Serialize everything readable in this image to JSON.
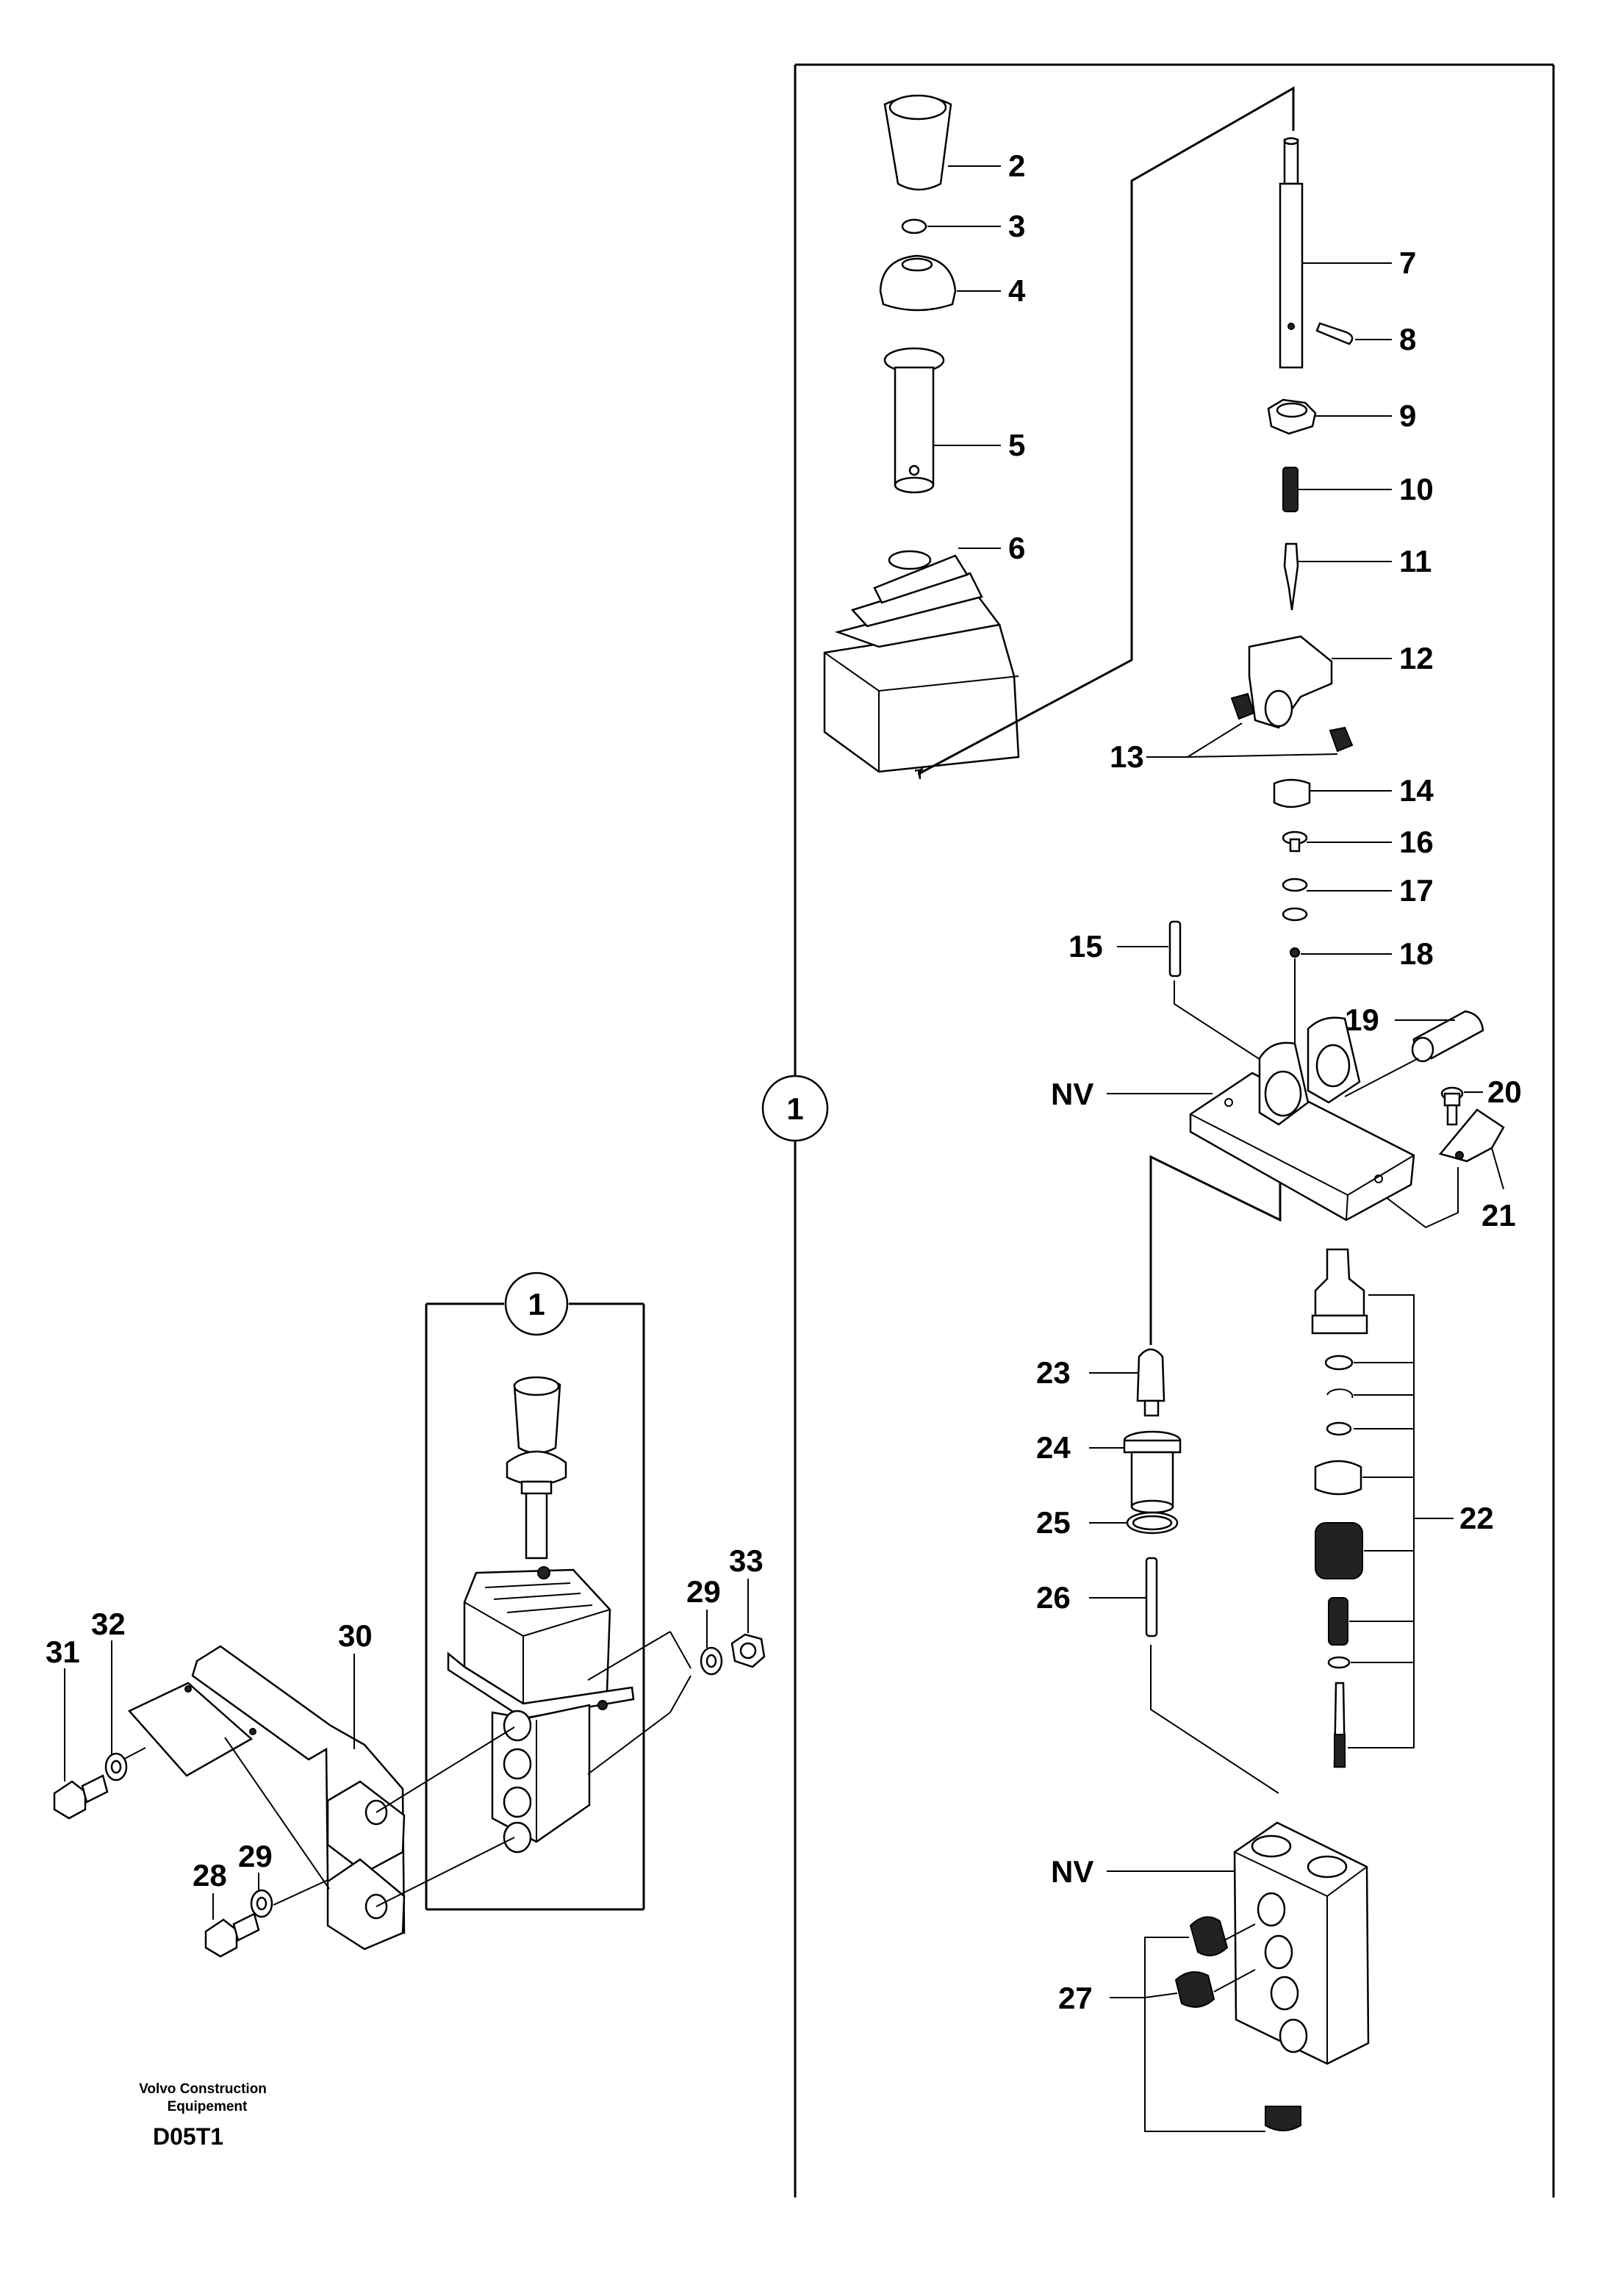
{
  "labels": {
    "l2": "2",
    "l3": "3",
    "l4": "4",
    "l5": "5",
    "l6": "6",
    "l7": "7",
    "l8": "8",
    "l9": "9",
    "l10": "10",
    "l11": "11",
    "l12": "12",
    "l13": "13",
    "l14": "14",
    "l15": "15",
    "l16": "16",
    "l17": "17",
    "l18": "18",
    "l19": "19",
    "l20": "20",
    "l21": "21",
    "l22": "22",
    "l23": "23",
    "l24": "24",
    "l25": "25",
    "l26": "26",
    "l27": "27",
    "l28": "28",
    "l29a": "29",
    "l29b": "29",
    "l30": "30",
    "l31": "31",
    "l32": "32",
    "l33": "33",
    "nv_top": "NV",
    "nv_bottom": "NV",
    "callout_main": "1",
    "callout_small": "1"
  },
  "credit": {
    "line1": "Volvo Construction",
    "line2": "Equipement",
    "code": "D05T1"
  }
}
